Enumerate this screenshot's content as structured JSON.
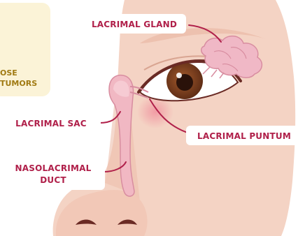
{
  "labels": {
    "lacrimal_gland": "LACRIMAL GLAND",
    "lacrimal_sac": "LACRIMAL SAC",
    "lacrimal_puntum": "LACRIMAL PUNTUM",
    "nasolacrimal_line1": "NASOLACRIMAL",
    "nasolacrimal_line2": "DUCT"
  },
  "note": {
    "line1": "OSE",
    "line2": "TUMORS"
  },
  "colors": {
    "label_text": "#b0204a",
    "leader": "#b0204a",
    "skin": "#f4d3c4",
    "gland": "#f0b8c6",
    "duct": "#f1b8c3",
    "iris": "#7a3a1e",
    "note_box": "#fbf3d7"
  }
}
